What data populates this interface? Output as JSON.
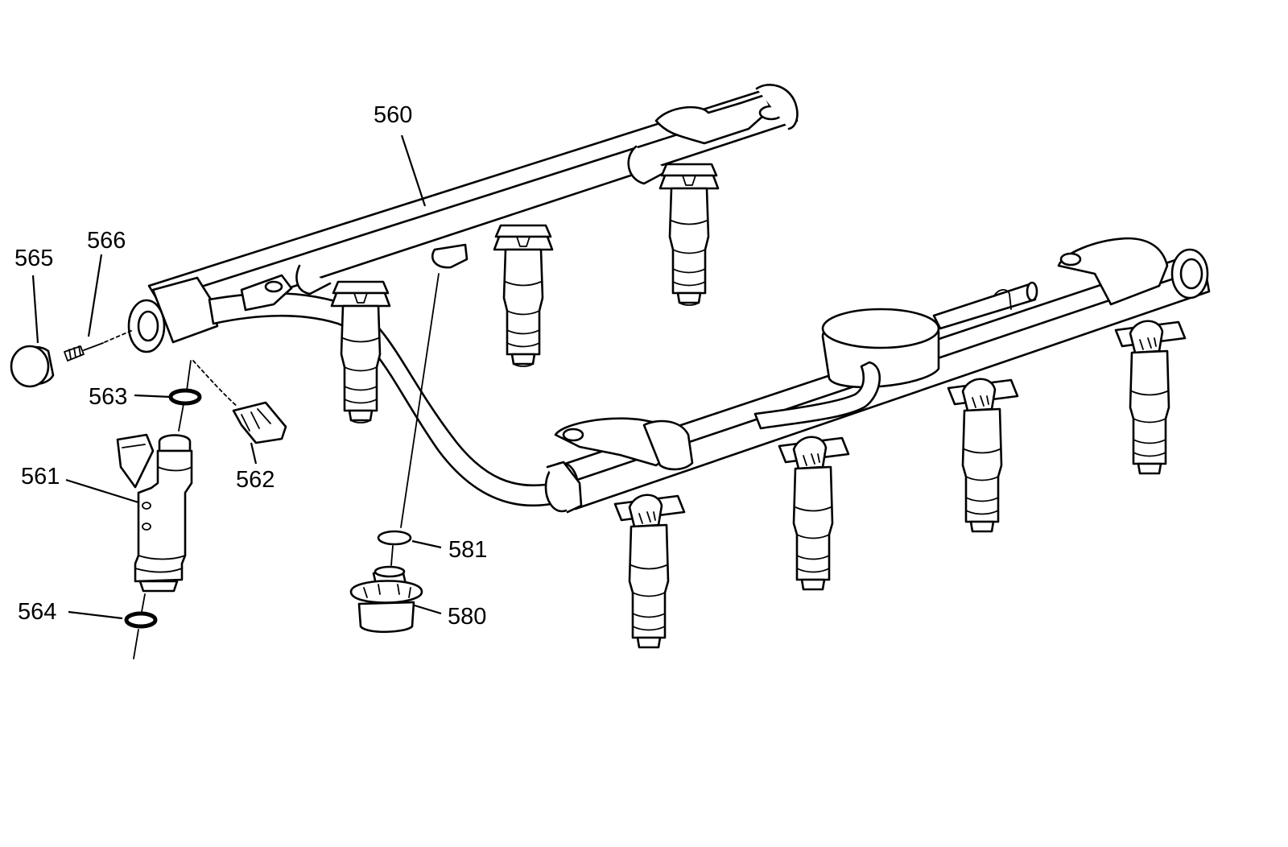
{
  "diagram": {
    "callouts": {
      "c560": "560",
      "c561": "561",
      "c562": "562",
      "c563": "563",
      "c564": "564",
      "c565": "565",
      "c566": "566",
      "c580": "580",
      "c581": "581"
    }
  }
}
